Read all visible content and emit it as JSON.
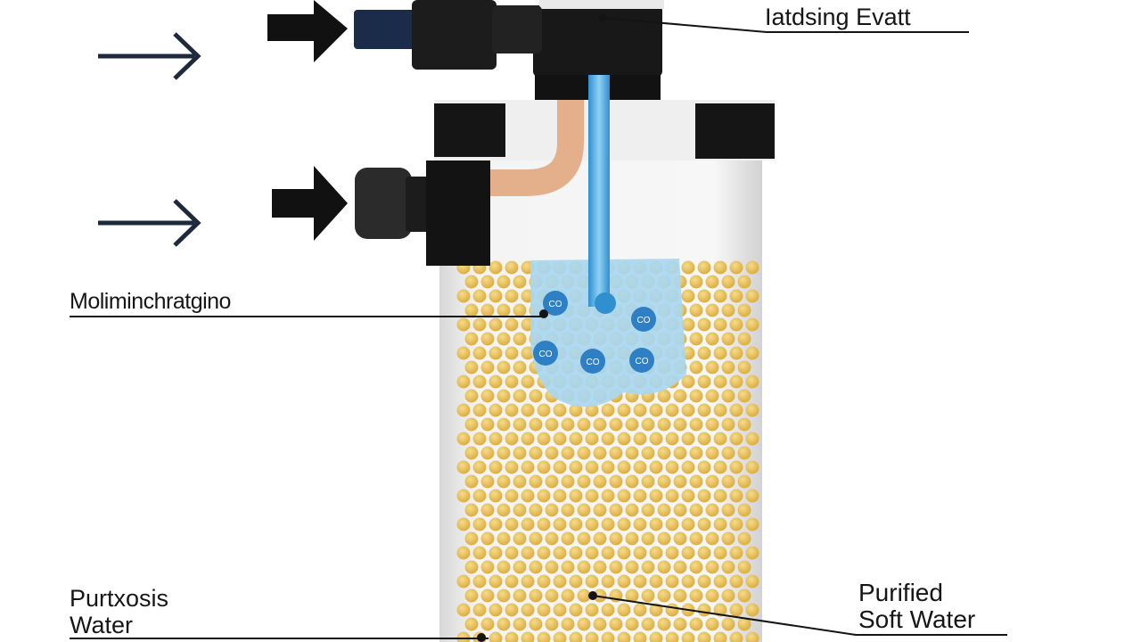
{
  "labels": {
    "top": "Iatdsing Evatt",
    "left": "Moliminchratgino",
    "bottom_left": "Purtxosis\nWater",
    "bottom_right": "Purified\nSoft Water"
  },
  "badges": [
    "CO",
    "CO",
    "CO",
    "CO",
    "CO"
  ],
  "colors": {
    "arrow": "#1e2a3c",
    "fitting": "#1d1d1d",
    "pipe_copper": "#e8b892",
    "water_tube": "#4aaee3",
    "resin_bead": "#e7c055",
    "water_zone": "#a9d7f2",
    "tank": "#f1f1f1"
  }
}
